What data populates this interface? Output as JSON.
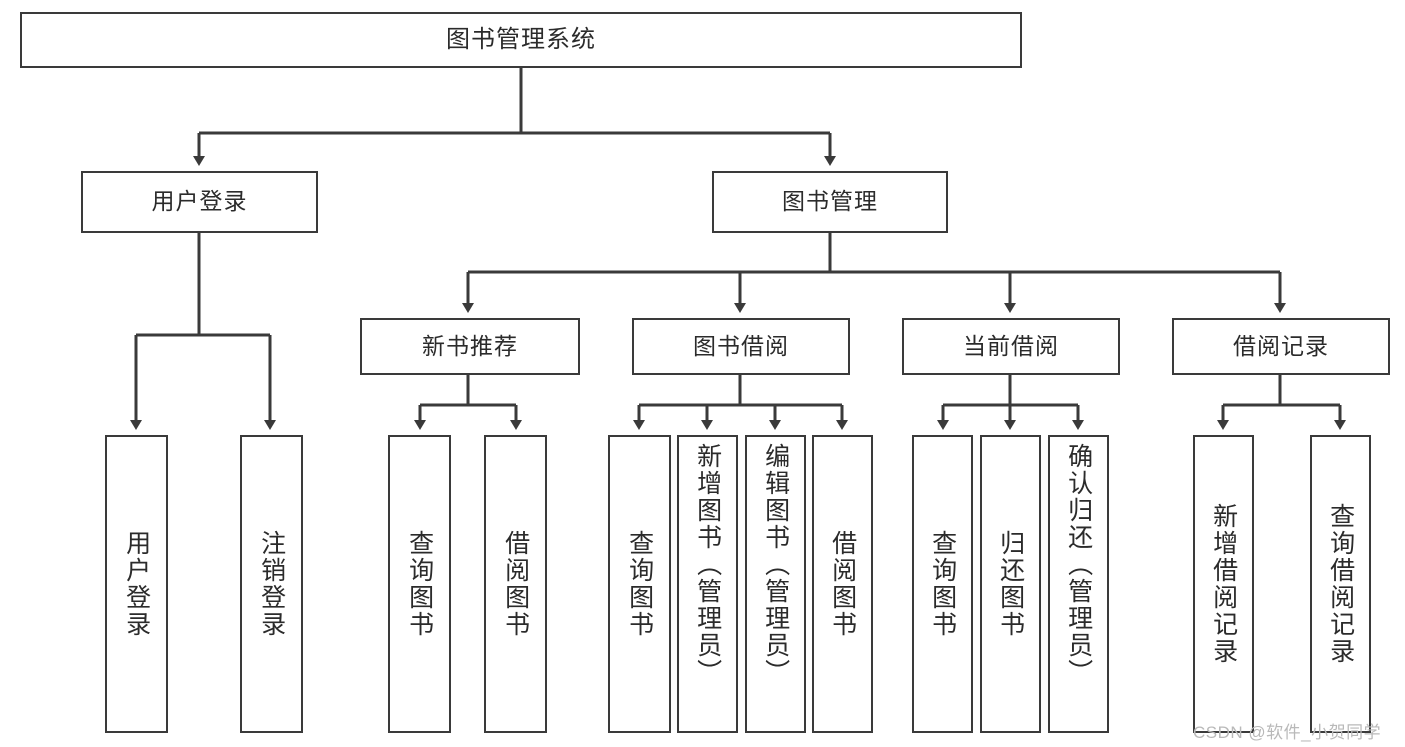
{
  "diagram": {
    "type": "tree",
    "title": "图书管理系统",
    "watermark": "CSDN @软件_小贺同学",
    "colors": {
      "background": "#ffffff",
      "stroke": "#3a3a3a",
      "text": "#2b2b2b",
      "watermark": "#b9b9b9"
    },
    "root": {
      "label": "图书管理系统"
    },
    "level2": [
      {
        "label": "用户登录"
      },
      {
        "label": "图书管理"
      }
    ],
    "level3": [
      {
        "label": "新书推荐"
      },
      {
        "label": "图书借阅"
      },
      {
        "label": "当前借阅"
      },
      {
        "label": "借阅记录"
      }
    ],
    "leaves": {
      "user_login": [
        {
          "label": "用户登录"
        },
        {
          "label": "注销登录"
        }
      ],
      "new_book": [
        {
          "label": "查询图书"
        },
        {
          "label": "借阅图书"
        }
      ],
      "book_borrow": [
        {
          "label": "查询图书"
        },
        {
          "label": "新增图书（管理员）"
        },
        {
          "label": "编辑图书（管理员）"
        },
        {
          "label": "借阅图书"
        }
      ],
      "current_borrow": [
        {
          "label": "查询图书"
        },
        {
          "label": "归还图书"
        },
        {
          "label": "确认归还（管理员）"
        }
      ],
      "borrow_record": [
        {
          "label": "新增借阅记录"
        },
        {
          "label": "查询借阅记录"
        }
      ]
    }
  }
}
